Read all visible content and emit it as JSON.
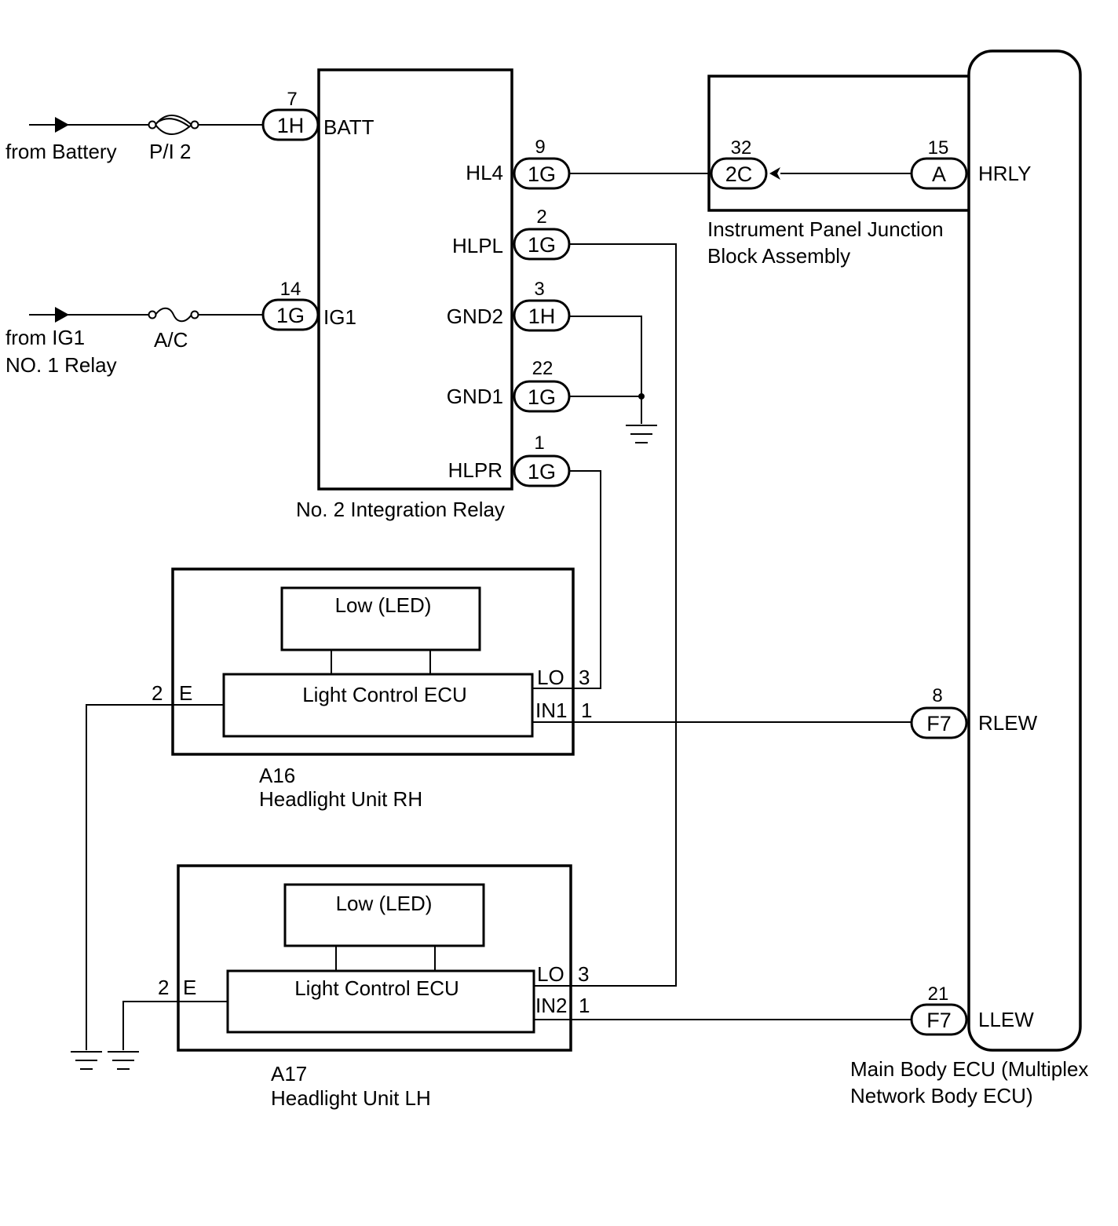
{
  "sources": {
    "battery": "from Battery",
    "ig1_line1": "from IG1",
    "ig1_line2": "NO. 1 Relay"
  },
  "fuses": {
    "pi2": "P/I 2",
    "ac": "A/C"
  },
  "relay": {
    "caption": "No. 2 Integration Relay",
    "pins": {
      "batt": {
        "name": "BATT",
        "connector": "1H",
        "pin": "7"
      },
      "ig1": {
        "name": "IG1",
        "connector": "1G",
        "pin": "14"
      },
      "hl4": {
        "name": "HL4",
        "connector": "1G",
        "pin": "9"
      },
      "hlpl": {
        "name": "HLPL",
        "connector": "1G",
        "pin": "2"
      },
      "gnd2": {
        "name": "GND2",
        "connector": "1H",
        "pin": "3"
      },
      "gnd1": {
        "name": "GND1",
        "connector": "1G",
        "pin": "22"
      },
      "hlpr": {
        "name": "HLPR",
        "connector": "1G",
        "pin": "1"
      }
    }
  },
  "junction_block": {
    "caption_line1": "Instrument Panel Junction",
    "caption_line2": "Block Assembly",
    "conn_left": {
      "connector": "2C",
      "pin": "32"
    },
    "conn_right": {
      "connector": "A",
      "pin": "15"
    }
  },
  "main_ecu": {
    "caption_line1": "Main Body ECU (Multiplex",
    "caption_line2": "Network Body ECU)",
    "pins": {
      "hrly": {
        "name": "HRLY"
      },
      "rlew": {
        "name": "RLEW",
        "connector": "F7",
        "pin": "8"
      },
      "llew": {
        "name": "LLEW",
        "connector": "F7",
        "pin": "21"
      }
    }
  },
  "headlight_rh": {
    "code": "A16",
    "name": "Headlight Unit RH",
    "led": "Low (LED)",
    "ecu": "Light Control ECU",
    "pin_e": {
      "num": "2",
      "name": "E"
    },
    "pin_lo": {
      "name": "LO",
      "num": "3"
    },
    "pin_in": {
      "name": "IN1",
      "num": "1"
    }
  },
  "headlight_lh": {
    "code": "A17",
    "name": "Headlight Unit LH",
    "led": "Low (LED)",
    "ecu": "Light Control ECU",
    "pin_e": {
      "num": "2",
      "name": "E"
    },
    "pin_lo": {
      "name": "LO",
      "num": "3"
    },
    "pin_in": {
      "name": "IN2",
      "num": "1"
    }
  }
}
